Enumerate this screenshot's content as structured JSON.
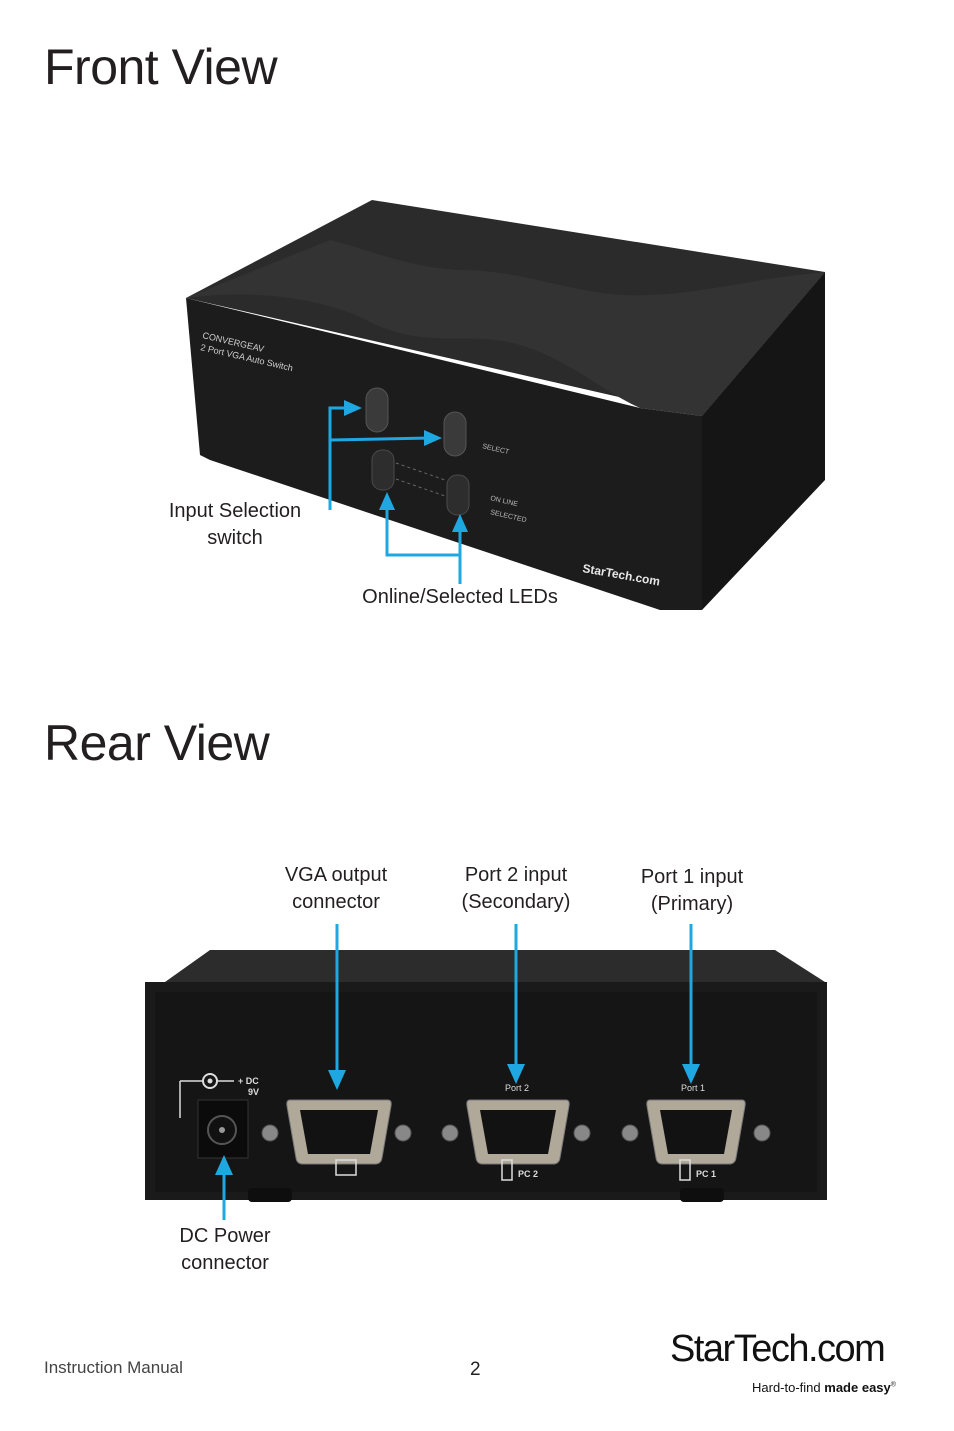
{
  "front": {
    "heading": "Front View",
    "device_text": {
      "brand_line": "CONVERGEAV",
      "model_line": "2 Port VGA Auto Switch",
      "select_label": "SELECT",
      "online_label": "ON LINE",
      "selected_label": "SELECTED",
      "logo": "StarTech.com"
    },
    "callouts": {
      "input_selection": [
        "Input Selection",
        "switch"
      ],
      "leds": "Online/Selected LEDs"
    }
  },
  "rear": {
    "heading": "Rear View",
    "device_text": {
      "dc_label": "+ DC",
      "dc_voltage": "9V",
      "port2": "Port 2",
      "port1": "Port 1",
      "pc2": "PC 2",
      "pc1": "PC 1"
    },
    "callouts": {
      "vga_output": [
        "VGA output",
        "connector"
      ],
      "port2_input": [
        "Port 2 input",
        "(Secondary)"
      ],
      "port1_input": [
        "Port 1 input",
        "(Primary)"
      ],
      "dc_power": [
        "DC Power",
        "connector"
      ]
    }
  },
  "footer": {
    "manual_label": "Instruction Manual",
    "page_number": "2",
    "logo_text": "StarTech.com",
    "tagline_light": "Hard-to-find",
    "tagline_bold": "made easy",
    "registered": "®"
  },
  "colors": {
    "arrow": "#1ea7e1",
    "device_dark": "#1e1e1e",
    "text": "#231f20"
  }
}
